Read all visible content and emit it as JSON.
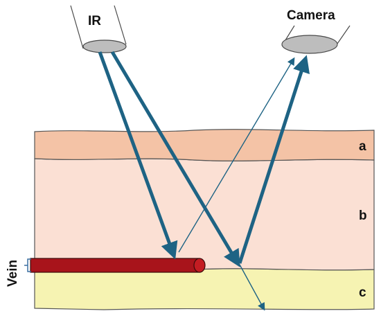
{
  "labels": {
    "source": "IR",
    "detector": "Camera",
    "layer_a": "a",
    "layer_b": "b",
    "layer_c": "c",
    "vessel": "Vein"
  },
  "colors": {
    "layer_a": "#f4c3a6",
    "layer_b": "#fbe0d4",
    "layer_c": "#f6f3b2",
    "vein": "#a8141b",
    "arrow": "#1e6384",
    "lens": "#bdbdbd",
    "outline": "#4a4a4a"
  }
}
